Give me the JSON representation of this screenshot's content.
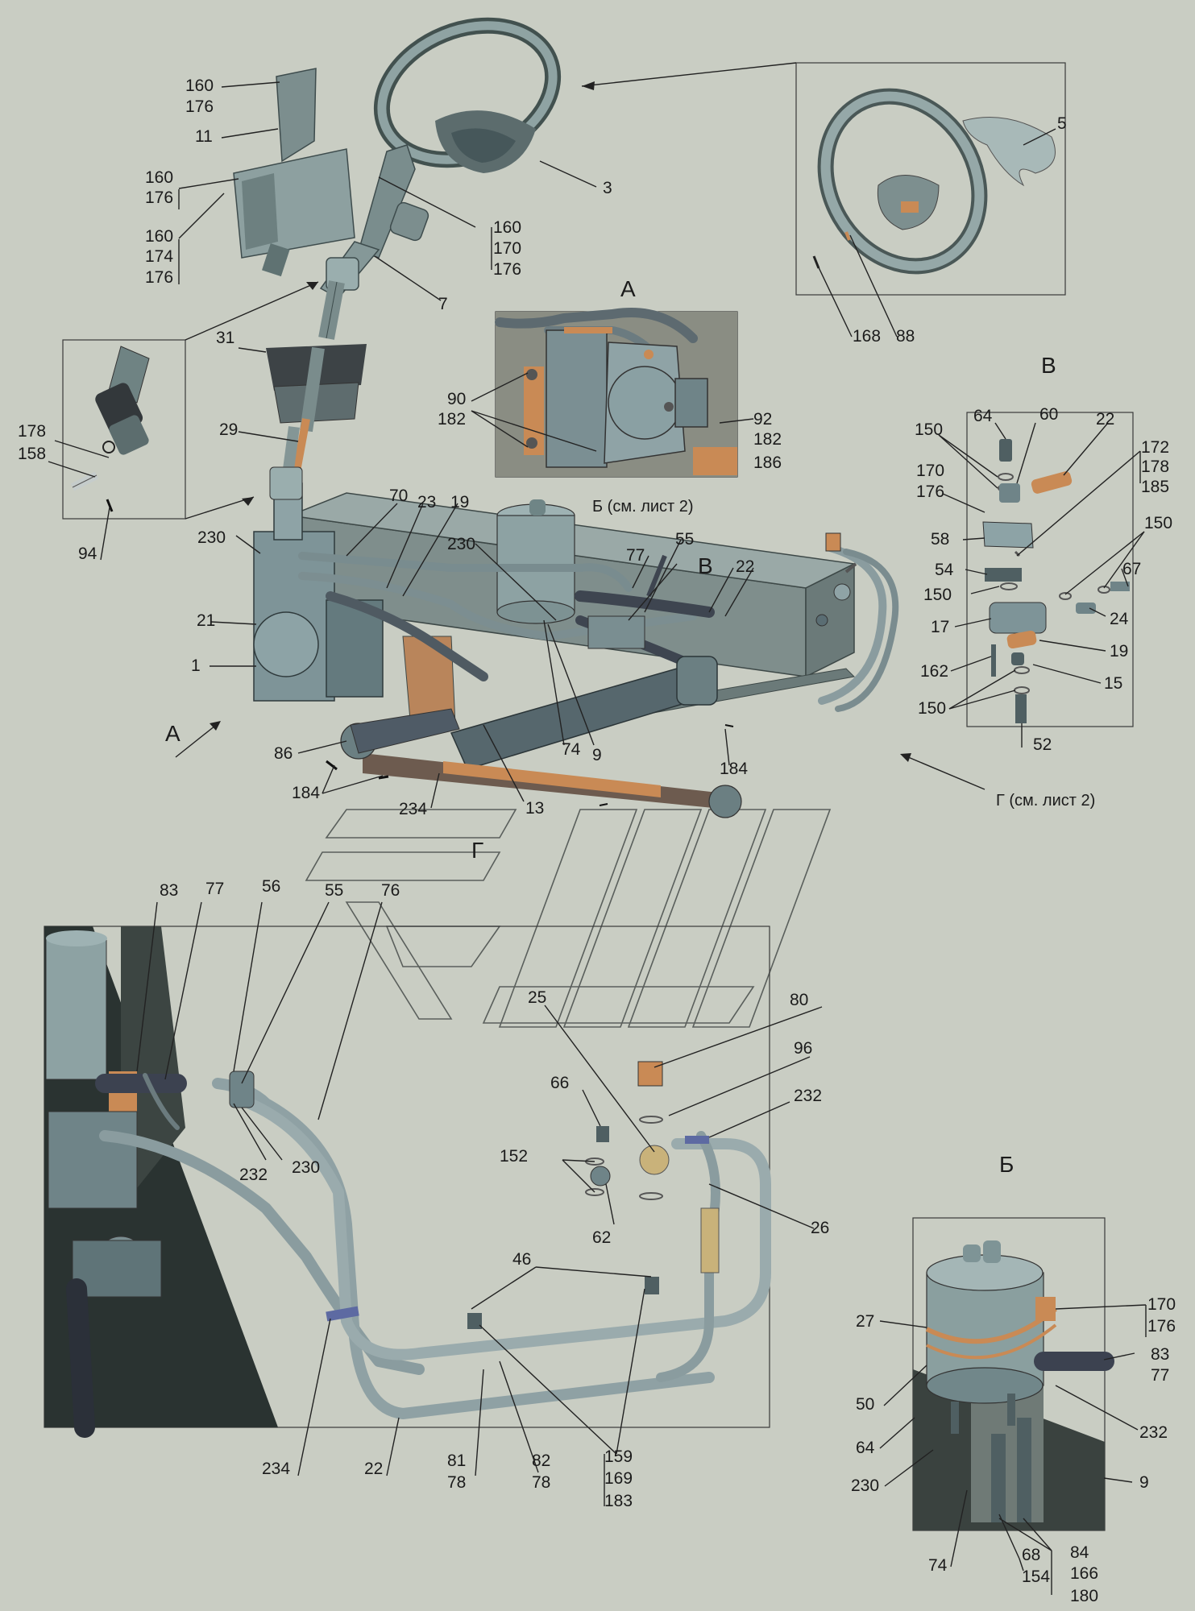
{
  "view_titles": {
    "a": "А",
    "b": "Б",
    "v": "В",
    "g": "Г"
  },
  "notes": {
    "b_ref": "Б (см. лист 2)",
    "g_ref": "Г (см. лист 2)",
    "a_arrow": "А"
  },
  "top_labels": {
    "l160a": "160",
    "l176a": "176",
    "l11": "11",
    "l160b": "160",
    "l176b": "176",
    "l160c": "160",
    "l174": "174",
    "l176c": "176",
    "l160d": "160",
    "l170": "170",
    "l176d": "176",
    "l3": "3",
    "l7": "7",
    "l5": "5",
    "l168": "168",
    "l88": "88",
    "l31": "31",
    "l29": "29",
    "l178": "178",
    "l158": "158",
    "l94": "94"
  },
  "view_a_labels": {
    "l90": "90",
    "l182": "182",
    "l92": "92",
    "l182b": "182",
    "l186": "186"
  },
  "main_labels": {
    "l70": "70",
    "l23": "23",
    "l19": "19",
    "l230a": "230",
    "l230b": "230",
    "l77": "77",
    "l55": "55",
    "l22": "22",
    "l21": "21",
    "l1": "1",
    "l86": "86",
    "l184a": "184",
    "l234": "234",
    "l13": "13",
    "l74": "74",
    "l9": "9",
    "l184b": "184"
  },
  "view_v_labels": {
    "l64": "64",
    "l60": "60",
    "l22": "22",
    "l150a": "150",
    "l172": "172",
    "l178": "178",
    "l185": "185",
    "l170": "170",
    "l176": "176",
    "l58": "58",
    "l150b": "150",
    "l54": "54",
    "l67": "67",
    "l150c": "150",
    "l17": "17",
    "l24": "24",
    "l19": "19",
    "l162": "162",
    "l15": "15",
    "l150d": "150",
    "l52": "52"
  },
  "detail_g_labels": {
    "l83": "83",
    "l77": "77",
    "l56": "56",
    "l55": "55",
    "l76": "76",
    "l25": "25",
    "l80": "80",
    "l96": "96",
    "l66": "66",
    "l232a": "232",
    "l152": "152",
    "l62": "62",
    "l26": "26",
    "l232b": "232",
    "l230": "230",
    "l46": "46",
    "l234": "234",
    "l22": "22",
    "l81": "81",
    "l78a": "78",
    "l82": "82",
    "l78b": "78",
    "l159": "159",
    "l169": "169",
    "l183": "183"
  },
  "view_b_labels": {
    "l27": "27",
    "l170": "170",
    "l176": "176",
    "l83": "83",
    "l77": "77",
    "l50": "50",
    "l232": "232",
    "l64": "64",
    "l230": "230",
    "l9": "9",
    "l74": "74",
    "l68": "68",
    "l154": "154",
    "l84": "84",
    "l166": "166",
    "l180": "180"
  },
  "colors": {
    "background": "#c9cdc3",
    "metal": "#8fa3a3",
    "metal_dark": "#4f5f62",
    "hose": "#3c4250",
    "copper": "#c98a55",
    "frame_beam": "#7f8e8c"
  }
}
